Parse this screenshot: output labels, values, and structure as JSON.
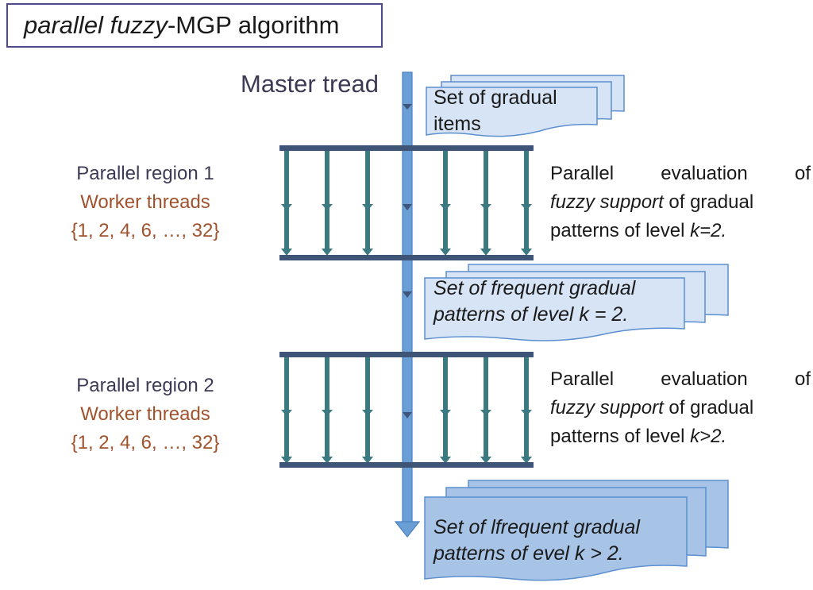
{
  "title": {
    "italic1": "parallel",
    "space": " ",
    "italic2": "fuzzy",
    "rest": "-MGP algorithm"
  },
  "master_label": "Master tread",
  "documents": [
    {
      "line1": "Set of gradual",
      "line2": "items"
    },
    {
      "line1": "Set of frequent gradual",
      "line2": "patterns of level k = 2."
    },
    {
      "line1": "Set of lfrequent gradual",
      "line2": "patterns of evel k > 2."
    }
  ],
  "regions": [
    {
      "name": "Parallel region 1",
      "workers": "Worker threads",
      "threads": "{1, 2, 4, 6, …, 32}",
      "eval": {
        "w1": "Parallel",
        "w2": "evaluation",
        "w3": "of",
        "italic": "fuzzy support",
        "after_italic": " of gradual",
        "line3_prefix": "patterns of level ",
        "line3_italic": "k",
        "line3_suffix": "=2."
      }
    },
    {
      "name": "Parallel region 2",
      "workers": "Worker threads",
      "threads": "{1, 2, 4, 6, …, 32}",
      "eval": {
        "w1": "Parallel",
        "w2": "evaluation",
        "w3": "of",
        "italic": "fuzzy support",
        "after_italic": " of gradual",
        "line3_prefix": "patterns of level ",
        "line3_italic": "k",
        "line3_suffix": ">2."
      }
    }
  ],
  "colors": {
    "master_arrow": "#6a9fd6",
    "bar": "#3f5577",
    "worker_line": "#3a7a80",
    "doc_light": "#d6e4f5",
    "doc_dark": "#a7c4e6",
    "doc_stroke": "#5b8fd0"
  }
}
